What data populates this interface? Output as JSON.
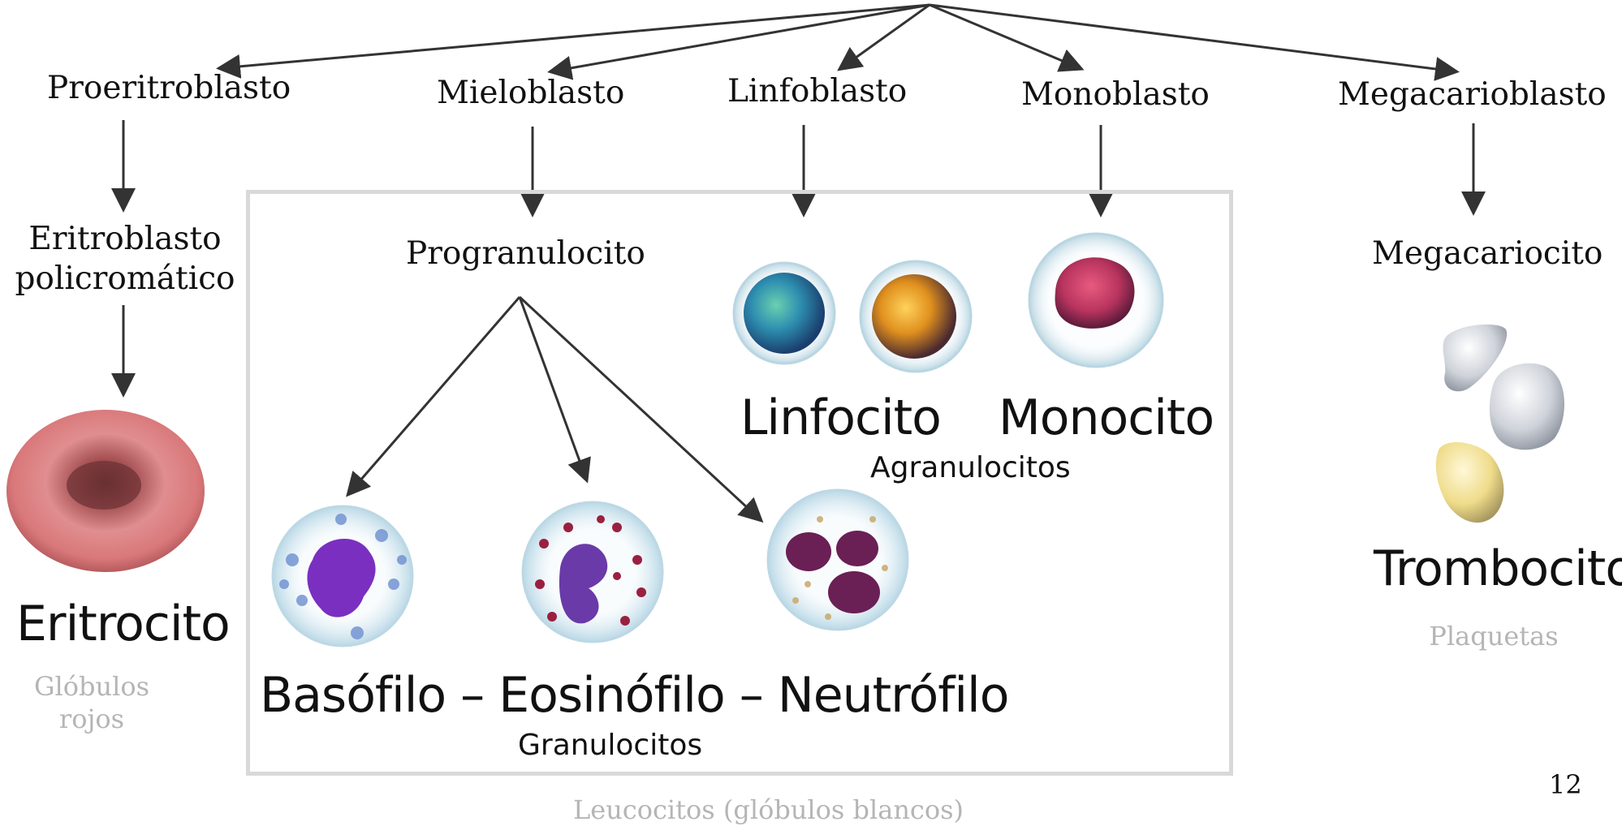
{
  "blasts": {
    "proeritroblasto": "Proeritroblasto",
    "mieloblasto": "Mieloblasto",
    "linfoblasto": "Linfoblasto",
    "monoblasto": "Monoblasto",
    "megacarioblasto": "Megacarioblasto"
  },
  "intermediates": {
    "eritroblasto_line1": "Eritroblasto",
    "eritroblasto_line2": "policromático",
    "progranulocito": "Progranulocito",
    "megacariocito": "Megacariocito"
  },
  "cells": {
    "eritrocito": "Eritrocito",
    "linfocito": "Linfocito",
    "monocito": "Monocito",
    "granulocytes_line": "Basófilo – Eosinófilo – Neutrófilo",
    "trombocito": "Trombocito"
  },
  "group_labels": {
    "agranulocitos": "Agranulocitos",
    "granulocitos": "Granulocitos",
    "leucocitos": "Leucocitos (glóbulos blancos)"
  },
  "notes": {
    "globulos_rojos_line1": "Glóbulos",
    "globulos_rojos_line2": "rojos",
    "plaquetas": "Plaquetas"
  },
  "page_number": "12",
  "colors": {
    "arrow": "#333333",
    "box_border": "#d9d9d9",
    "muted_text": "#b5b5b5",
    "erythrocyte": "#d9787a",
    "lymphocyte_a": "#2e8fb0",
    "lymphocyte_b": "#e0901e",
    "monocyte_nucleus": "#b8345e",
    "basophil_nucleus": "#7a2fc0",
    "eosinophil_granules": "#9a2040",
    "neutrophil_nucleus": "#6a1f55",
    "platelet_silver": "#cfd3da",
    "platelet_yellow": "#efdc8a"
  }
}
